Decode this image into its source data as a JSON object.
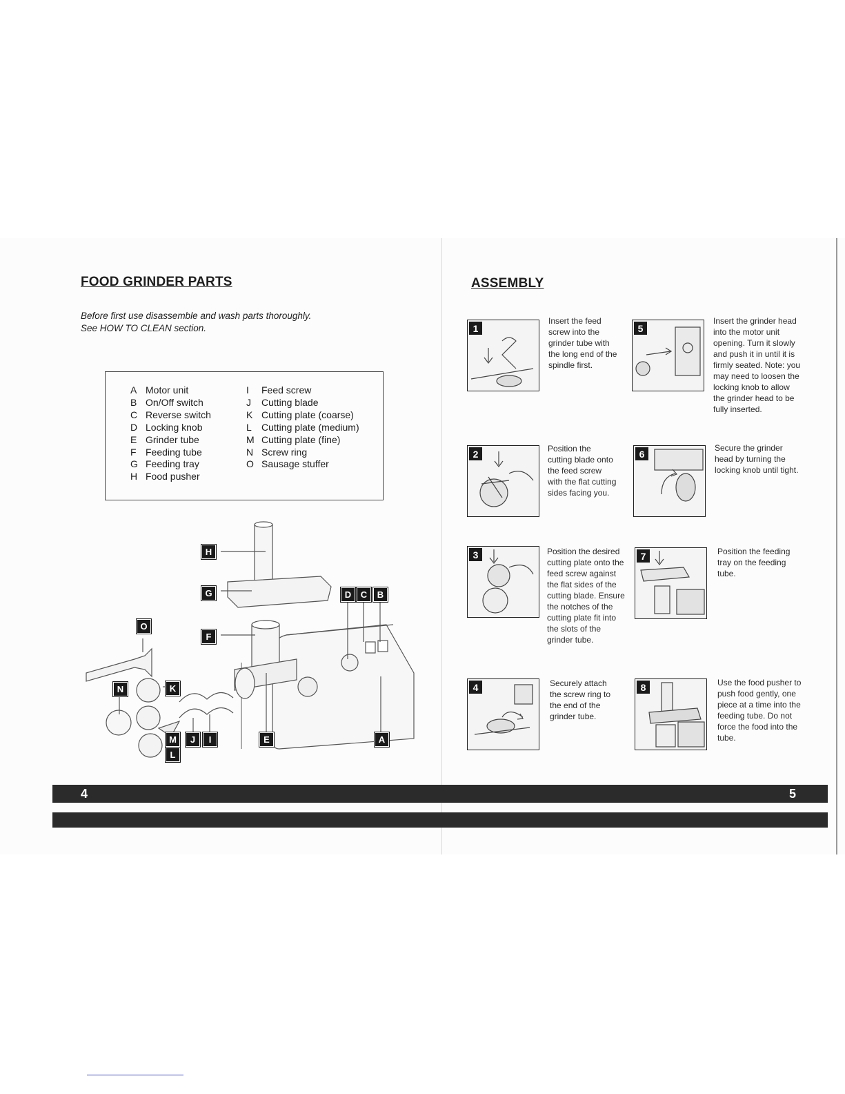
{
  "left_page": {
    "title": "FOOD GRINDER PARTS",
    "intro_line1": "Before first use disassemble and wash parts thoroughly.",
    "intro_line2": "See HOW TO CLEAN section.",
    "parts_left": [
      {
        "letter": "A",
        "name": "Motor unit"
      },
      {
        "letter": "B",
        "name": "On/Off switch"
      },
      {
        "letter": "C",
        "name": "Reverse switch"
      },
      {
        "letter": "D",
        "name": "Locking knob"
      },
      {
        "letter": "E",
        "name": "Grinder tube"
      },
      {
        "letter": "F",
        "name": "Feeding tube"
      },
      {
        "letter": "G",
        "name": "Feeding tray"
      },
      {
        "letter": "H",
        "name": "Food pusher"
      }
    ],
    "parts_right": [
      {
        "letter": "I",
        "name": "Feed screw"
      },
      {
        "letter": "J",
        "name": "Cutting blade"
      },
      {
        "letter": "K",
        "name": "Cutting plate (coarse)"
      },
      {
        "letter": "L",
        "name": "Cutting plate (medium)"
      },
      {
        "letter": "M",
        "name": "Cutting plate (fine)"
      },
      {
        "letter": "N",
        "name": "Screw ring"
      },
      {
        "letter": "O",
        "name": "Sausage stuffer"
      }
    ],
    "callouts": [
      "H",
      "G",
      "F",
      "O",
      "D",
      "C",
      "B",
      "N",
      "K",
      "M",
      "J",
      "I",
      "E",
      "A",
      "L"
    ],
    "page_number": "4"
  },
  "right_page": {
    "title": "ASSEMBLY",
    "steps": [
      {
        "num": "1",
        "text": "Insert the feed screw into the grinder tube with the long end of the spindle first."
      },
      {
        "num": "2",
        "text": "Position the cutting blade onto the feed screw with the flat cutting sides facing you."
      },
      {
        "num": "3",
        "text": "Position the desired cutting plate onto the feed screw against the flat sides of the cutting blade. Ensure the notches of the cutting plate fit into the slots of the grinder tube."
      },
      {
        "num": "4",
        "text": "Securely attach the screw ring to the end of the grinder tube."
      },
      {
        "num": "5",
        "text": "Insert the grinder head into the motor unit opening. Turn it slowly and push it in until it is firmly seated. Note: you may need to loosen the locking knob to allow the grinder head to be fully inserted."
      },
      {
        "num": "6",
        "text": "Secure the grinder head by turning the locking knob until tight."
      },
      {
        "num": "7",
        "text": "Position the feeding tray on the feeding tube."
      },
      {
        "num": "8",
        "text": "Use the food pusher to push food gently, one piece at a time into the feeding tube. Do not force the food into the tube."
      }
    ],
    "page_number": "5"
  }
}
